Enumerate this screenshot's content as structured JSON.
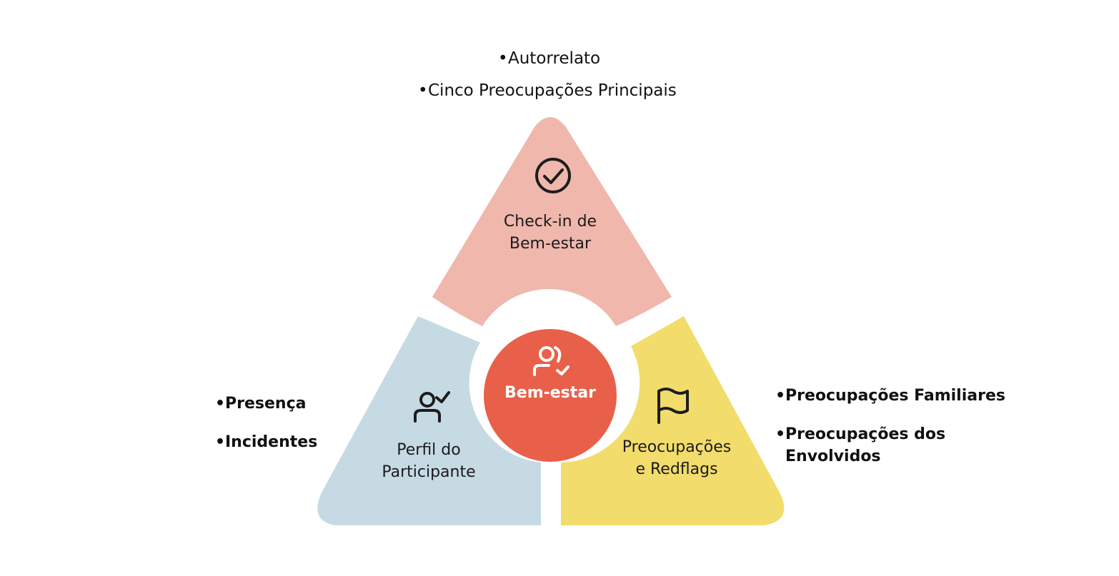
{
  "center": {
    "label": "Bem-estar",
    "icon": "user-check-group-icon",
    "color": "#e9604a"
  },
  "segments": {
    "top": {
      "label_line1": "Check-in de",
      "label_line2": "Bem-estar",
      "icon": "check-circle-icon",
      "color": "#f0b7ad"
    },
    "left": {
      "label_line1": "Perfil do",
      "label_line2": "Participante",
      "icon": "user-check-icon",
      "color": "#c6dae3"
    },
    "right": {
      "label_line1": "Preocupações",
      "label_line2": "e Redflags",
      "icon": "flag-icon",
      "color": "#f2dc6b"
    }
  },
  "lists": {
    "top": [
      "Autorrelato",
      "Cinco Preocupações Principais"
    ],
    "left": [
      "Presença",
      "Incidentes"
    ],
    "right": [
      "Preocupações Familiares",
      "Preocupações dos Envolvidos"
    ]
  }
}
